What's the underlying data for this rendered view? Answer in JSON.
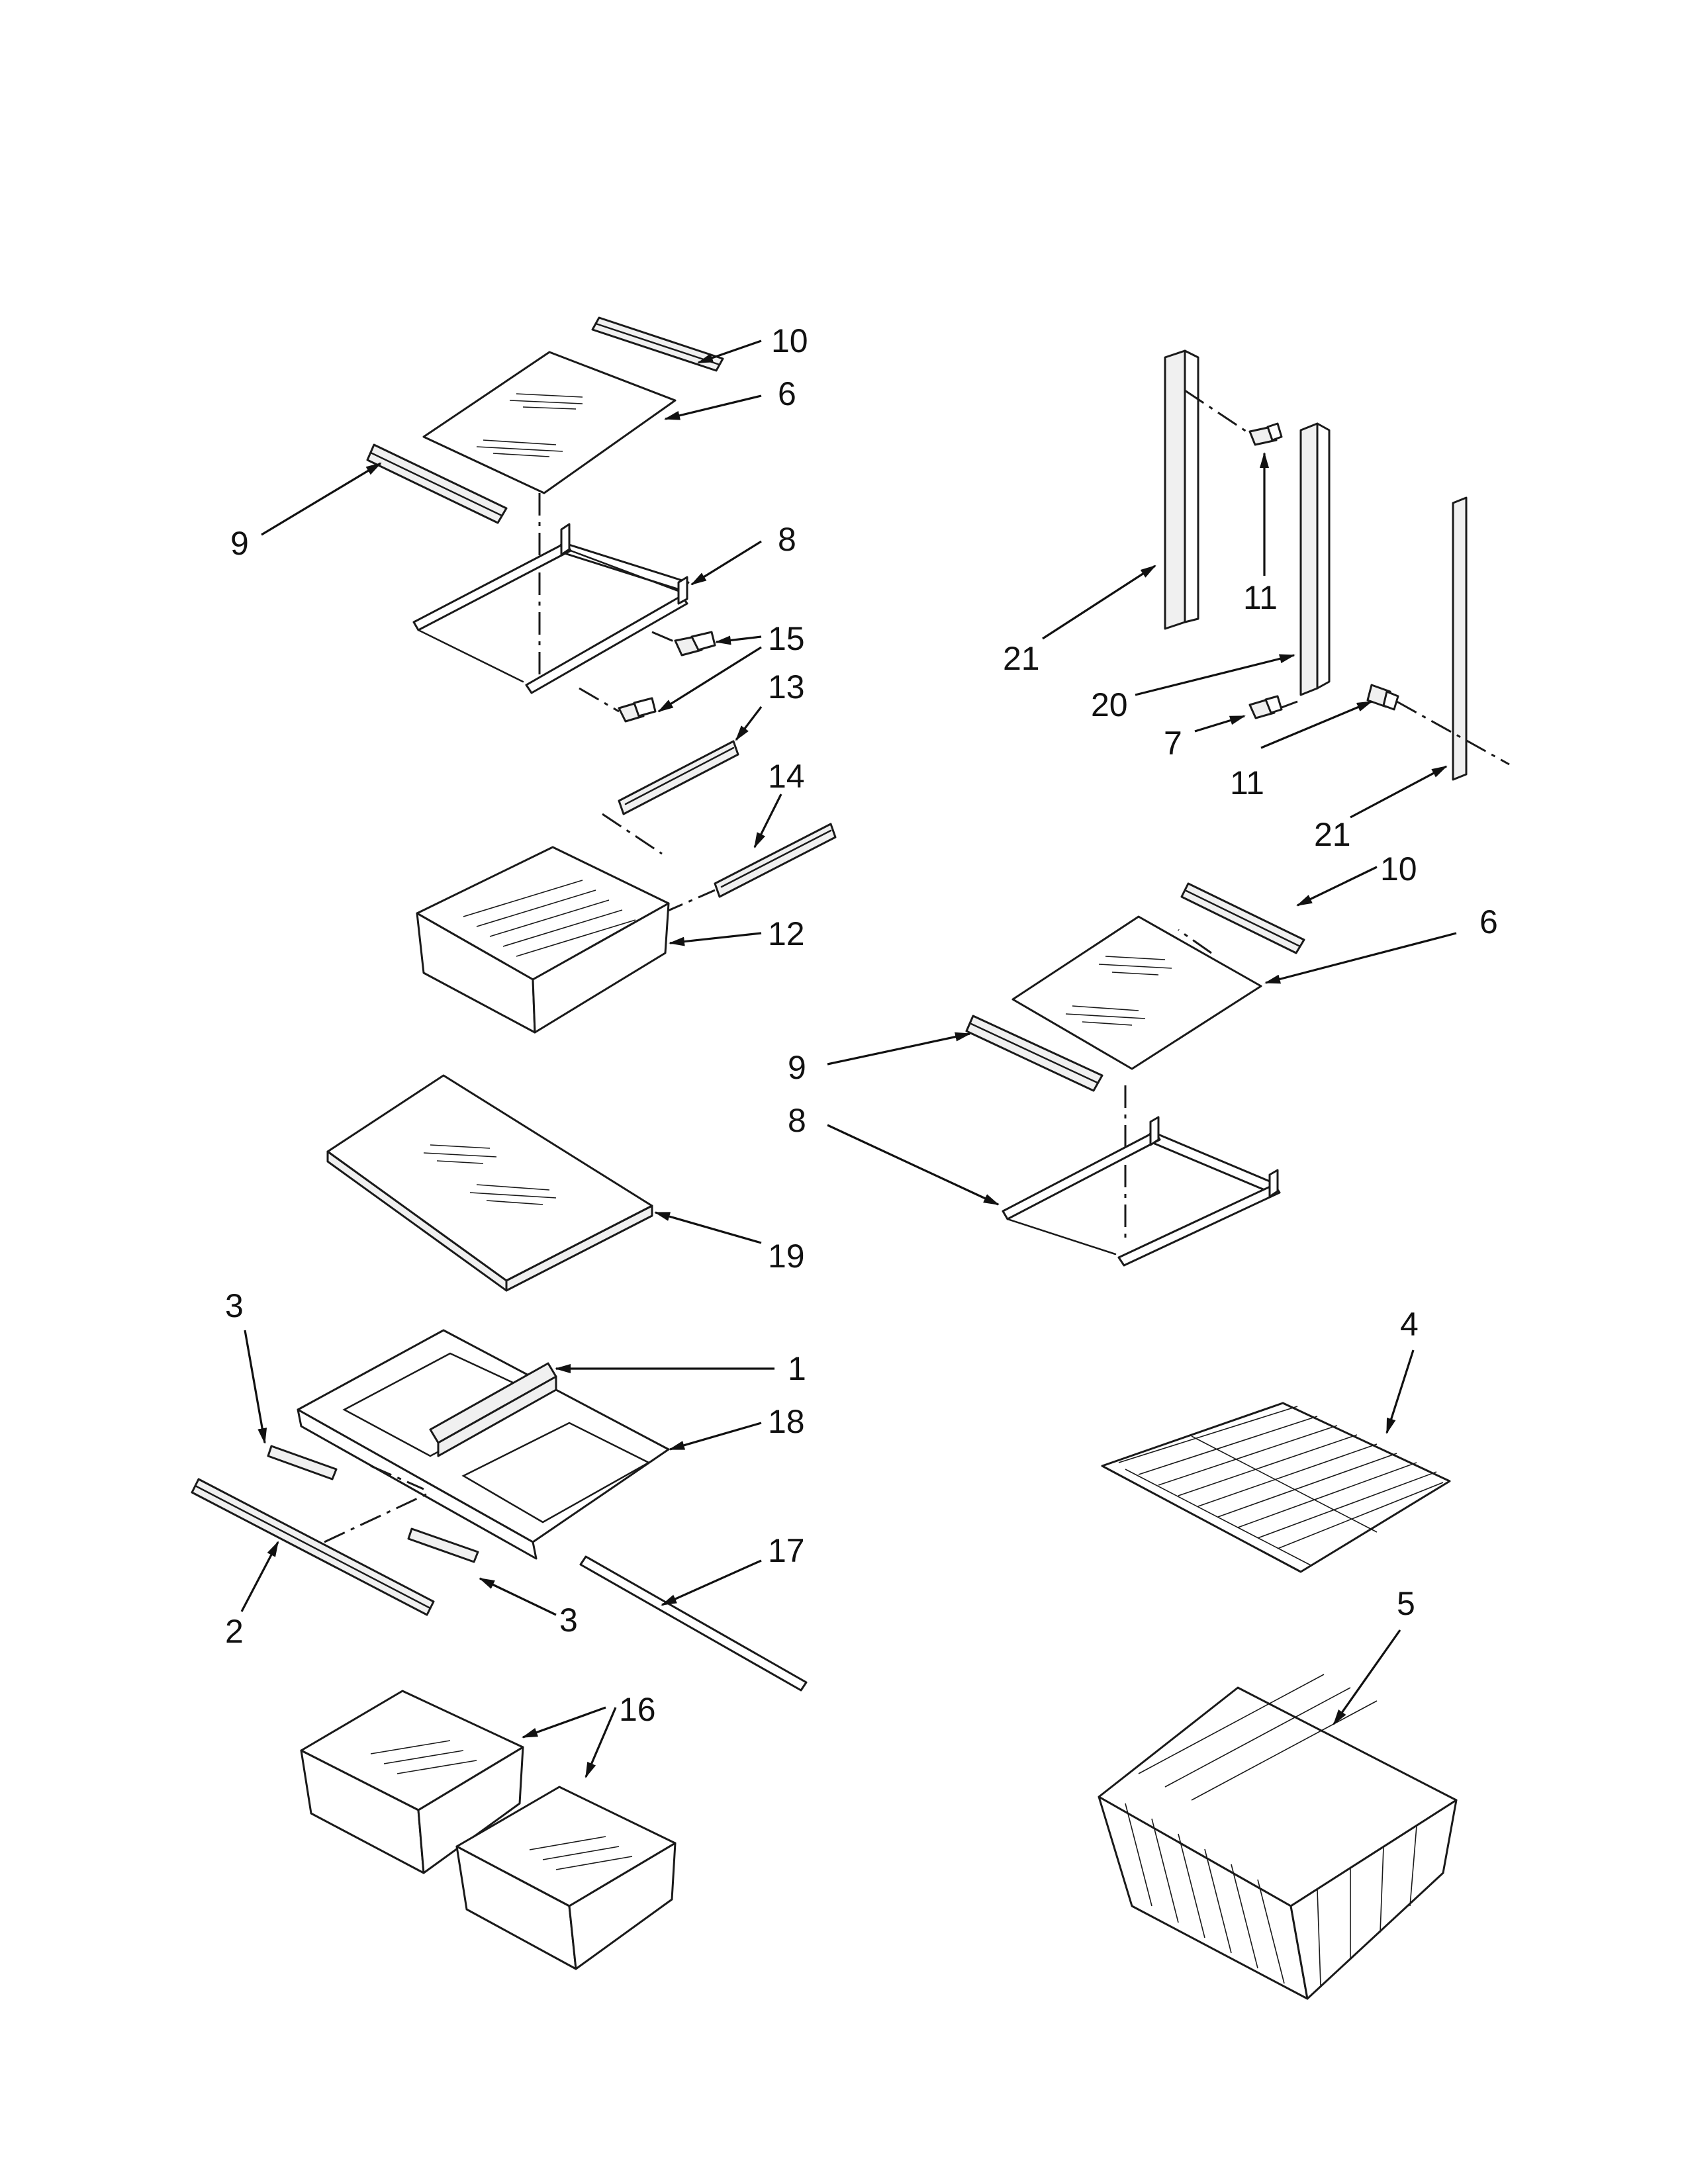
{
  "callouts": {
    "c10a": "10",
    "c6a": "6",
    "c9a": "9",
    "c8a": "8",
    "c15": "15",
    "c13": "13",
    "c14": "14",
    "c12": "12",
    "c19": "19",
    "c3a": "3",
    "c1": "1",
    "c18": "18",
    "c17": "17",
    "c2": "2",
    "c3b": "3",
    "c16": "16",
    "c21a": "21",
    "c11a": "11",
    "c20": "20",
    "c7": "7",
    "c11b": "11",
    "c21b": "21",
    "c10b": "10",
    "c6b": "6",
    "c9b": "9",
    "c8b": "8",
    "c4": "4",
    "c5": "5"
  },
  "colors": {
    "line": "#1a1a1a",
    "background": "#ffffff"
  }
}
